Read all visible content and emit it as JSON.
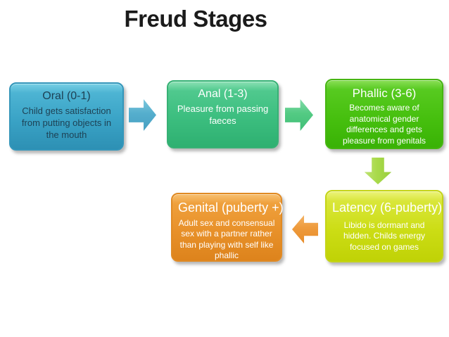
{
  "slide": {
    "title": "Freud Stages",
    "background_color": "#FFFFFF",
    "title_color": "#1B1B1B"
  },
  "stages": [
    {
      "name": "oral",
      "heading": "Oral (0-1)",
      "body": "Child gets satisfaction from putting objects in the mouth",
      "fill_color": "#3AA3C6",
      "text_color": "#1E4255"
    },
    {
      "name": "anal",
      "heading": "Anal (1-3)",
      "body": "Pleasure from passing faeces",
      "fill_color": "#3CBE7F",
      "text_color": "#FFFFFF"
    },
    {
      "name": "phallic",
      "heading": "Phallic (3-6)",
      "body": "Becomes aware of anatomical gender differences and gets pleasure from genitals",
      "fill_color": "#47C00F",
      "text_color": "#FFFFFF"
    },
    {
      "name": "latency",
      "heading": "Latency (6-puberty)",
      "body": "Libido is dormant and hidden. Childs energy focused on games",
      "fill_color": "#CCDD15",
      "text_color": "#FFFFFF"
    },
    {
      "name": "genital",
      "heading": "Genital (puberty +)",
      "body": "Adult sex and consensual sex with a partner rather than playing with self like phallic",
      "fill_color": "#E8912A",
      "text_color": "#FFFFFF"
    }
  ],
  "arrows": [
    {
      "name": "oral-to-anal",
      "direction": "right",
      "color": "#55AECD"
    },
    {
      "name": "anal-to-phallic",
      "direction": "right",
      "color": "#53CA83"
    },
    {
      "name": "phallic-to-latency",
      "direction": "down",
      "color": "#A9DA4B"
    },
    {
      "name": "latency-to-genital",
      "direction": "left",
      "color": "#EE9A3C"
    }
  ]
}
